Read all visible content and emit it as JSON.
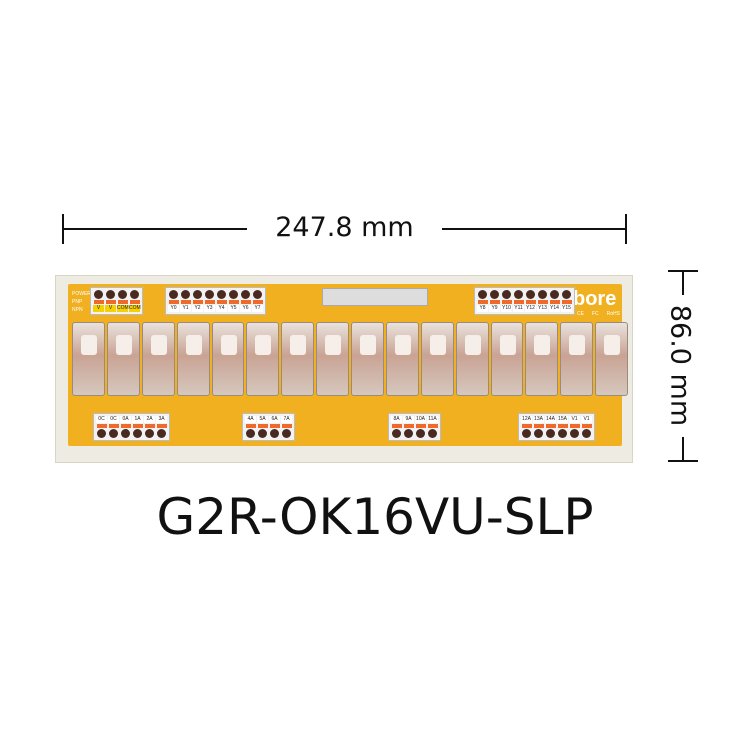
{
  "dimensions": {
    "width_label": "247.8 mm",
    "height_label": "86.0 mm"
  },
  "model": "G2R-OK16VU-SLP",
  "board": {
    "brand": "bore",
    "marks": [
      "CE",
      "FC",
      "RoHS"
    ],
    "indicators": [
      "POWER",
      "PNP",
      "NPN"
    ],
    "relay_count": 16,
    "top_terminals": [
      [
        "V",
        "V",
        "COM",
        "COM"
      ],
      [
        "Y0",
        "Y1",
        "Y2",
        "Y3",
        "Y4",
        "Y5",
        "Y6",
        "Y7"
      ],
      [
        "Y8",
        "Y9",
        "Y10",
        "Y11",
        "Y12",
        "Y13",
        "Y14",
        "Y15"
      ]
    ],
    "bottom_terminals": [
      [
        "0C",
        "0C",
        "0A",
        "1A",
        "2A",
        "3A"
      ],
      [
        "4A",
        "5A",
        "6A",
        "7A"
      ],
      [
        "8A",
        "9A",
        "10A",
        "11A"
      ],
      [
        "12A",
        "13A",
        "14A",
        "15A",
        "V1",
        "V1"
      ]
    ]
  }
}
